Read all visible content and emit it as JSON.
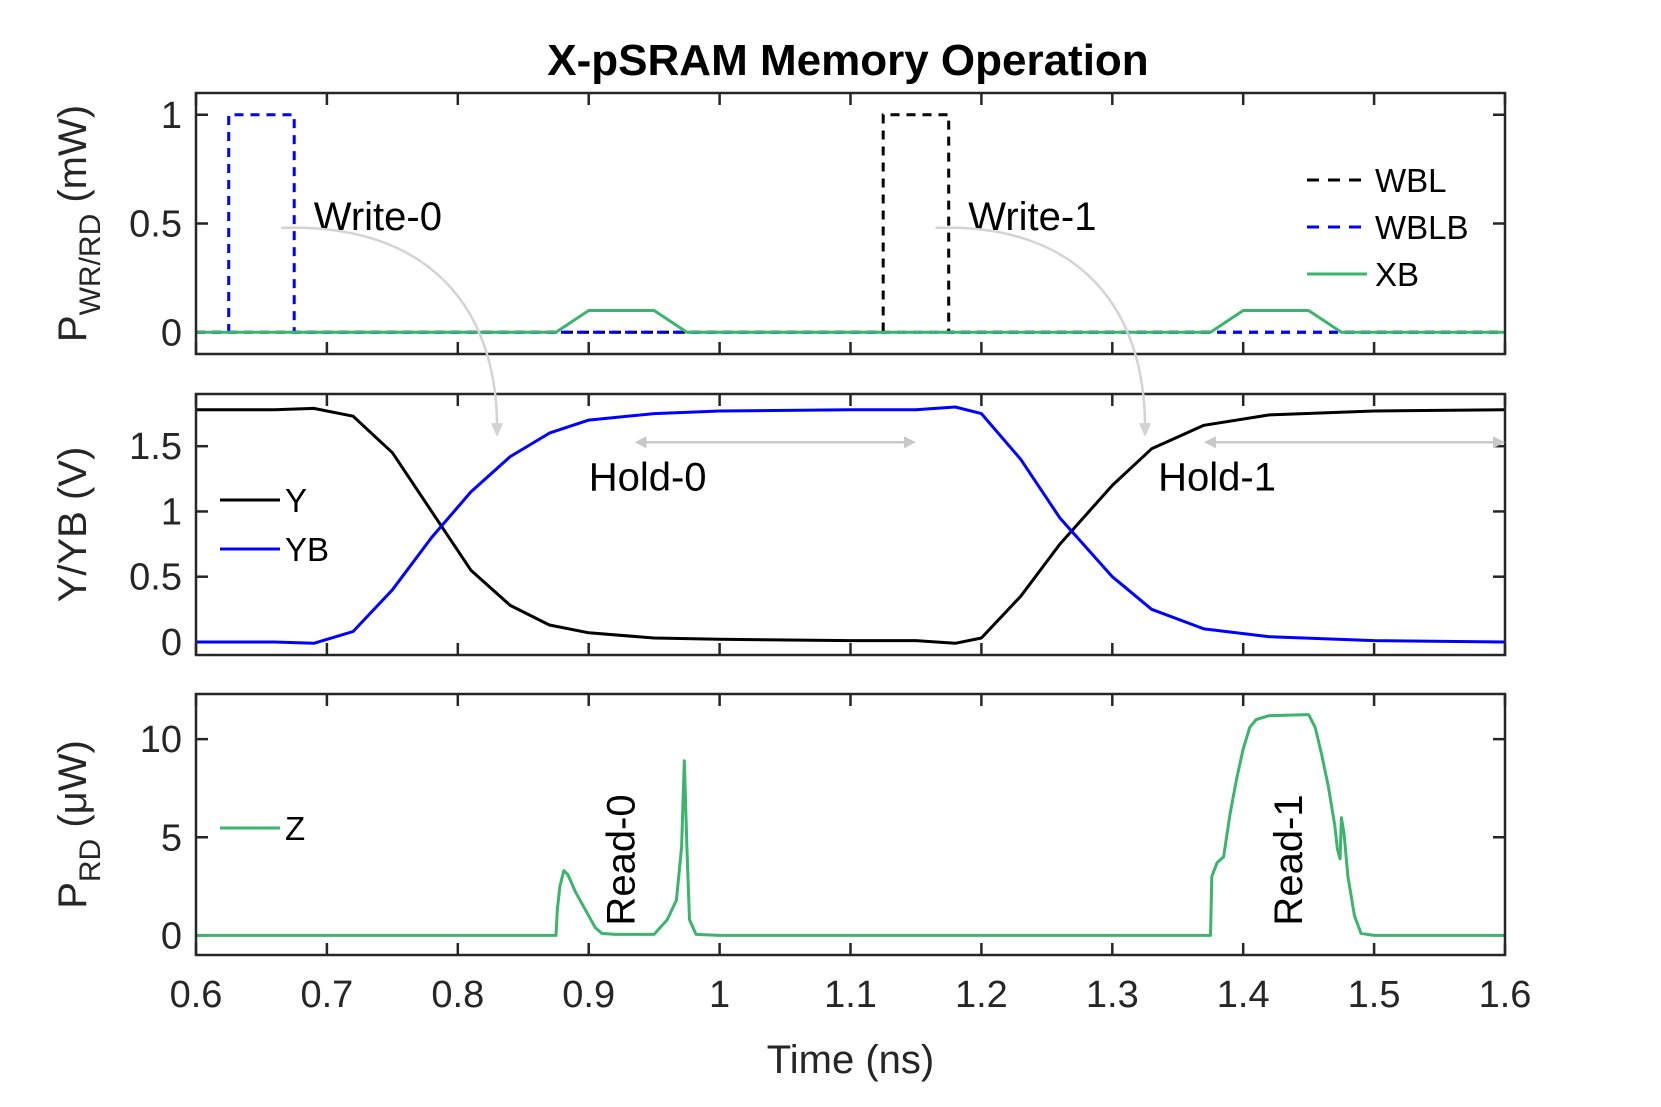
{
  "chart_data": [
    {
      "type": "line",
      "id": "panel-power",
      "title": "X-pSRAM Memory Operation",
      "ylabel": {
        "main": "P",
        "sub": "WR/RD",
        "tail": " (mW)"
      },
      "xlim": [
        0.6,
        1.6
      ],
      "ylim": [
        -0.1,
        1.1
      ],
      "yticks": [
        0,
        0.5,
        1
      ],
      "ytick_labels": [
        "0",
        "0.5",
        "1"
      ],
      "legend_position": "right",
      "series": [
        {
          "name": "WBL",
          "color": "#000000",
          "dash": true,
          "points": [
            [
              0.6,
              0
            ],
            [
              1.125,
              0
            ],
            [
              1.125,
              1
            ],
            [
              1.175,
              1
            ],
            [
              1.175,
              0
            ],
            [
              1.6,
              0
            ]
          ]
        },
        {
          "name": "WBLB",
          "color": "#0000ff",
          "dash": true,
          "points": [
            [
              0.6,
              0
            ],
            [
              0.625,
              0
            ],
            [
              0.625,
              1
            ],
            [
              0.675,
              1
            ],
            [
              0.675,
              0
            ],
            [
              1.6,
              0
            ]
          ]
        },
        {
          "name": "XB",
          "color": "#3cb46e",
          "dash": false,
          "points": [
            [
              0.6,
              0
            ],
            [
              0.875,
              0
            ],
            [
              0.9,
              0.1
            ],
            [
              0.95,
              0.1
            ],
            [
              0.975,
              0
            ],
            [
              1.375,
              0
            ],
            [
              1.4,
              0.1
            ],
            [
              1.45,
              0.1
            ],
            [
              1.475,
              0
            ],
            [
              1.6,
              0
            ]
          ]
        }
      ],
      "annotations": [
        {
          "text": "Write-0",
          "x": 0.69,
          "y": 0.47
        },
        {
          "text": "Write-1",
          "x": 1.19,
          "y": 0.47
        }
      ]
    },
    {
      "type": "line",
      "id": "panel-state",
      "ylabel": {
        "main": "Y/YB (V)",
        "sub": "",
        "tail": ""
      },
      "xlim": [
        0.6,
        1.6
      ],
      "ylim": [
        -0.1,
        1.9
      ],
      "yticks": [
        0,
        0.5,
        1,
        1.5
      ],
      "ytick_labels": [
        "0",
        "0.5",
        "1",
        "1.5"
      ],
      "legend_position": "left",
      "series": [
        {
          "name": "Y",
          "color": "#000000",
          "dash": false,
          "points": [
            [
              0.6,
              1.78
            ],
            [
              0.66,
              1.78
            ],
            [
              0.69,
              1.79
            ],
            [
              0.72,
              1.73
            ],
            [
              0.75,
              1.45
            ],
            [
              0.78,
              1.0
            ],
            [
              0.81,
              0.55
            ],
            [
              0.84,
              0.28
            ],
            [
              0.87,
              0.13
            ],
            [
              0.9,
              0.07
            ],
            [
              0.95,
              0.03
            ],
            [
              1.0,
              0.02
            ],
            [
              1.1,
              0.01
            ],
            [
              1.15,
              0.01
            ],
            [
              1.18,
              -0.01
            ],
            [
              1.2,
              0.03
            ],
            [
              1.23,
              0.35
            ],
            [
              1.26,
              0.75
            ],
            [
              1.3,
              1.2
            ],
            [
              1.33,
              1.48
            ],
            [
              1.37,
              1.66
            ],
            [
              1.42,
              1.74
            ],
            [
              1.5,
              1.77
            ],
            [
              1.6,
              1.78
            ]
          ]
        },
        {
          "name": "YB",
          "color": "#0000ff",
          "dash": false,
          "points": [
            [
              0.6,
              0.0
            ],
            [
              0.66,
              0.0
            ],
            [
              0.69,
              -0.01
            ],
            [
              0.72,
              0.08
            ],
            [
              0.75,
              0.4
            ],
            [
              0.78,
              0.8
            ],
            [
              0.81,
              1.15
            ],
            [
              0.84,
              1.42
            ],
            [
              0.87,
              1.6
            ],
            [
              0.9,
              1.7
            ],
            [
              0.95,
              1.75
            ],
            [
              1.0,
              1.77
            ],
            [
              1.1,
              1.78
            ],
            [
              1.15,
              1.78
            ],
            [
              1.18,
              1.8
            ],
            [
              1.2,
              1.75
            ],
            [
              1.23,
              1.4
            ],
            [
              1.26,
              0.95
            ],
            [
              1.3,
              0.5
            ],
            [
              1.33,
              0.25
            ],
            [
              1.37,
              0.1
            ],
            [
              1.42,
              0.04
            ],
            [
              1.5,
              0.01
            ],
            [
              1.6,
              0.0
            ]
          ]
        }
      ],
      "annotations": [
        {
          "text": "Hold-0",
          "x": 0.9,
          "y": 1.16
        },
        {
          "text": "Hold-1",
          "x": 1.335,
          "y": 1.16
        }
      ],
      "arrows": [
        {
          "from": [
            0.935,
            1.53
          ],
          "to": [
            1.15,
            1.53
          ]
        },
        {
          "from": [
            1.37,
            1.53
          ],
          "to": [
            1.6,
            1.53
          ]
        }
      ]
    },
    {
      "type": "line",
      "id": "panel-read",
      "ylabel": {
        "main": "P",
        "sub": "RD",
        "tail": " (μW)"
      },
      "xlabel": "Time (ns)",
      "xlim": [
        0.6,
        1.6
      ],
      "ylim": [
        -1,
        12.3
      ],
      "yticks": [
        0,
        5,
        10
      ],
      "ytick_labels": [
        "0",
        "5",
        "10"
      ],
      "xticks": [
        0.6,
        0.7,
        0.8,
        0.9,
        1,
        1.1,
        1.2,
        1.3,
        1.4,
        1.5,
        1.6
      ],
      "xtick_labels": [
        "0.6",
        "0.7",
        "0.8",
        "0.9",
        "1",
        "1.1",
        "1.2",
        "1.3",
        "1.4",
        "1.5",
        "1.6"
      ],
      "legend_position": "left",
      "series": [
        {
          "name": "Z",
          "color": "#3cb46e",
          "dash": false,
          "points": [
            [
              0.6,
              0
            ],
            [
              0.875,
              0
            ],
            [
              0.876,
              1.3
            ],
            [
              0.878,
              2.5
            ],
            [
              0.881,
              3.3
            ],
            [
              0.884,
              3.1
            ],
            [
              0.89,
              2.2
            ],
            [
              0.9,
              1.0
            ],
            [
              0.905,
              0.4
            ],
            [
              0.91,
              0.1
            ],
            [
              0.92,
              0.05
            ],
            [
              0.95,
              0.05
            ],
            [
              0.96,
              0.8
            ],
            [
              0.967,
              1.8
            ],
            [
              0.971,
              4.5
            ],
            [
              0.973,
              8.9
            ],
            [
              0.975,
              4.5
            ],
            [
              0.977,
              0.8
            ],
            [
              0.982,
              0.05
            ],
            [
              1.0,
              0
            ],
            [
              1.375,
              0
            ],
            [
              1.376,
              3.0
            ],
            [
              1.38,
              3.7
            ],
            [
              1.385,
              4.0
            ],
            [
              1.39,
              6.2
            ],
            [
              1.395,
              8.0
            ],
            [
              1.4,
              9.5
            ],
            [
              1.405,
              10.6
            ],
            [
              1.41,
              11.0
            ],
            [
              1.42,
              11.2
            ],
            [
              1.45,
              11.25
            ],
            [
              1.455,
              10.6
            ],
            [
              1.46,
              9.2
            ],
            [
              1.465,
              7.6
            ],
            [
              1.47,
              5.6
            ],
            [
              1.472,
              4.4
            ],
            [
              1.474,
              3.9
            ],
            [
              1.475,
              6.0
            ],
            [
              1.477,
              5.2
            ],
            [
              1.48,
              3.0
            ],
            [
              1.485,
              1.0
            ],
            [
              1.49,
              0.1
            ],
            [
              1.5,
              0
            ],
            [
              1.6,
              0
            ]
          ]
        }
      ],
      "annotations": [
        {
          "text": "Read-0",
          "x": 0.935,
          "y": 0.5,
          "rotate": -90
        },
        {
          "text": "Read-1",
          "x": 1.445,
          "y": 0.5,
          "rotate": -90
        }
      ]
    }
  ],
  "curved_arrows": [
    {
      "from": [
        0.665,
        0.48
      ],
      "to": [
        0.83,
        1.57
      ]
    },
    {
      "from": [
        1.165,
        0.48
      ],
      "to": [
        1.325,
        1.57
      ]
    }
  ],
  "figure_title": "X-pSRAM Memory Operation"
}
